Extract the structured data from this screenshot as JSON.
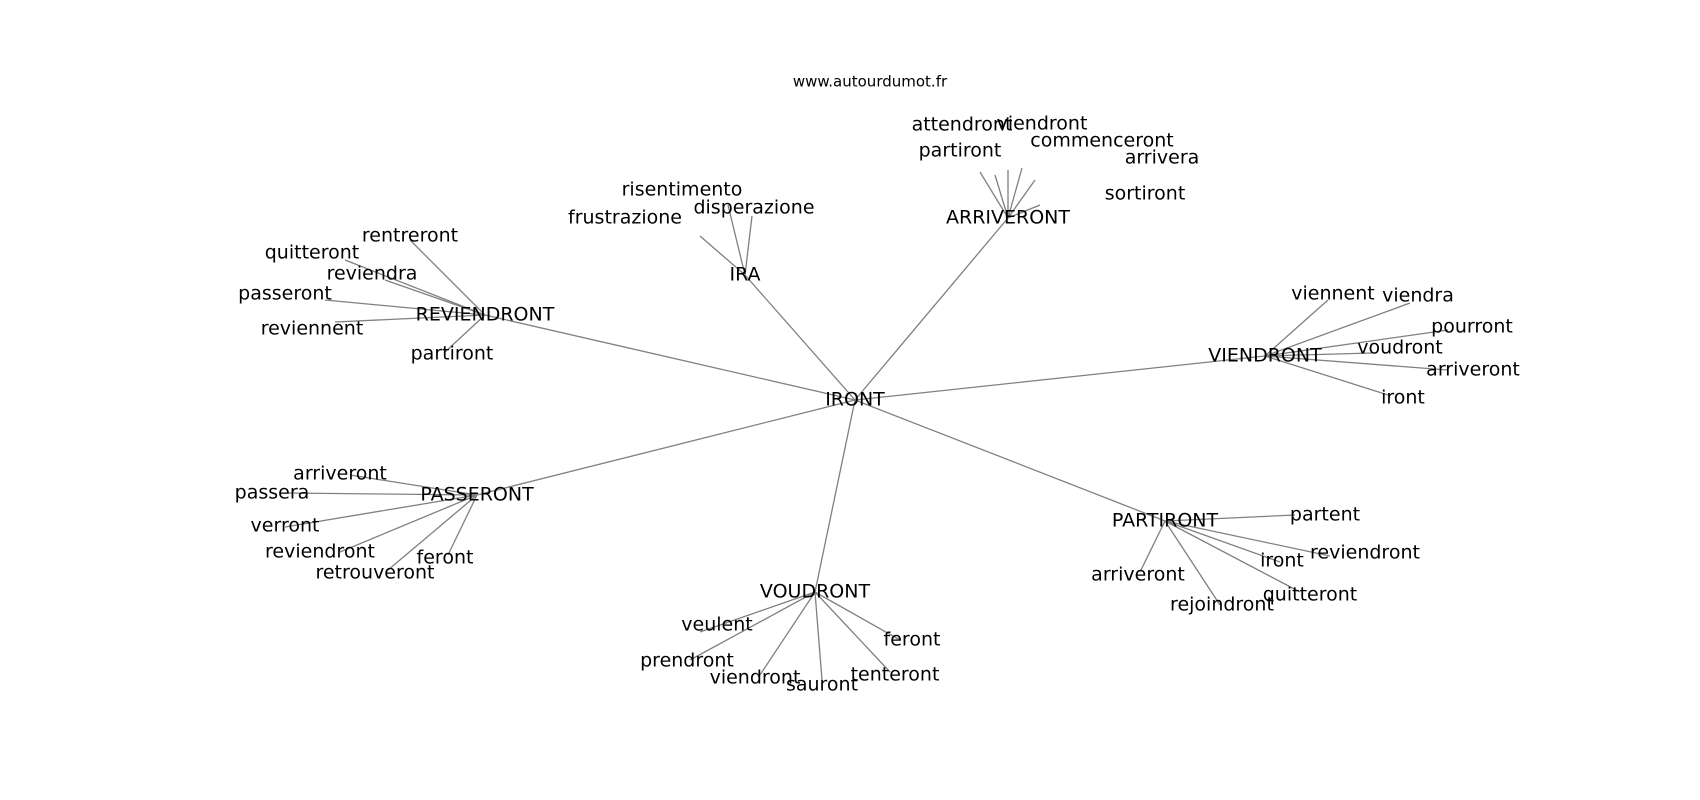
{
  "source": "www.autourdumot.fr",
  "root": "IRONT",
  "groups": [
    {
      "hub": "IRA",
      "leaves": [
        "risentimento",
        "disperazione",
        "frustrazione"
      ]
    },
    {
      "hub": "ARRIVERONT",
      "leaves": [
        "attendront",
        "viendront",
        "commenceront",
        "partiront",
        "arrivera",
        "sortiront"
      ]
    },
    {
      "hub": "REVIENDRONT",
      "leaves": [
        "rentreront",
        "quitteront",
        "reviendra",
        "passeront",
        "reviennent",
        "partiront"
      ]
    },
    {
      "hub": "VIENDRONT",
      "leaves": [
        "viennent",
        "viendra",
        "pourront",
        "voudront",
        "arriveront",
        "iront"
      ]
    },
    {
      "hub": "PASSERONT",
      "leaves": [
        "arriveront",
        "passera",
        "verront",
        "reviendront",
        "retrouveront",
        "feront"
      ]
    },
    {
      "hub": "PARTIRONT",
      "leaves": [
        "partent",
        "reviendront",
        "iront",
        "quitteront",
        "rejoindront",
        "arriveront"
      ]
    },
    {
      "hub": "VOUDRONT",
      "leaves": [
        "veulent",
        "prendront",
        "viendront",
        "sauront",
        "tenteront",
        "feront"
      ]
    }
  ]
}
